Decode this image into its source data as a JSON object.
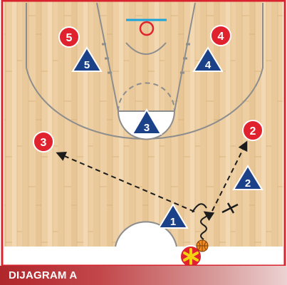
{
  "diagram": {
    "caption": "DIJAGRAM A",
    "colors": {
      "border": "#d9232e",
      "floor": "#eed2a8",
      "offense": "#e0222f",
      "defense": "#1b4189",
      "lines": "#8d8d8d",
      "rim": "#e0222f",
      "backboard": "#1ba3dc",
      "coach": "#f5d113",
      "ball": "#f08a1e"
    },
    "offense_players": [
      {
        "label": "5"
      },
      {
        "label": "4"
      },
      {
        "label": "3"
      },
      {
        "label": "2"
      }
    ],
    "defense_players": [
      {
        "label": "5"
      },
      {
        "label": "4"
      },
      {
        "label": "3"
      },
      {
        "label": "2"
      },
      {
        "label": "1"
      }
    ],
    "coach_icon": "asterisk-icon",
    "ball_icon": "basketball-icon"
  }
}
